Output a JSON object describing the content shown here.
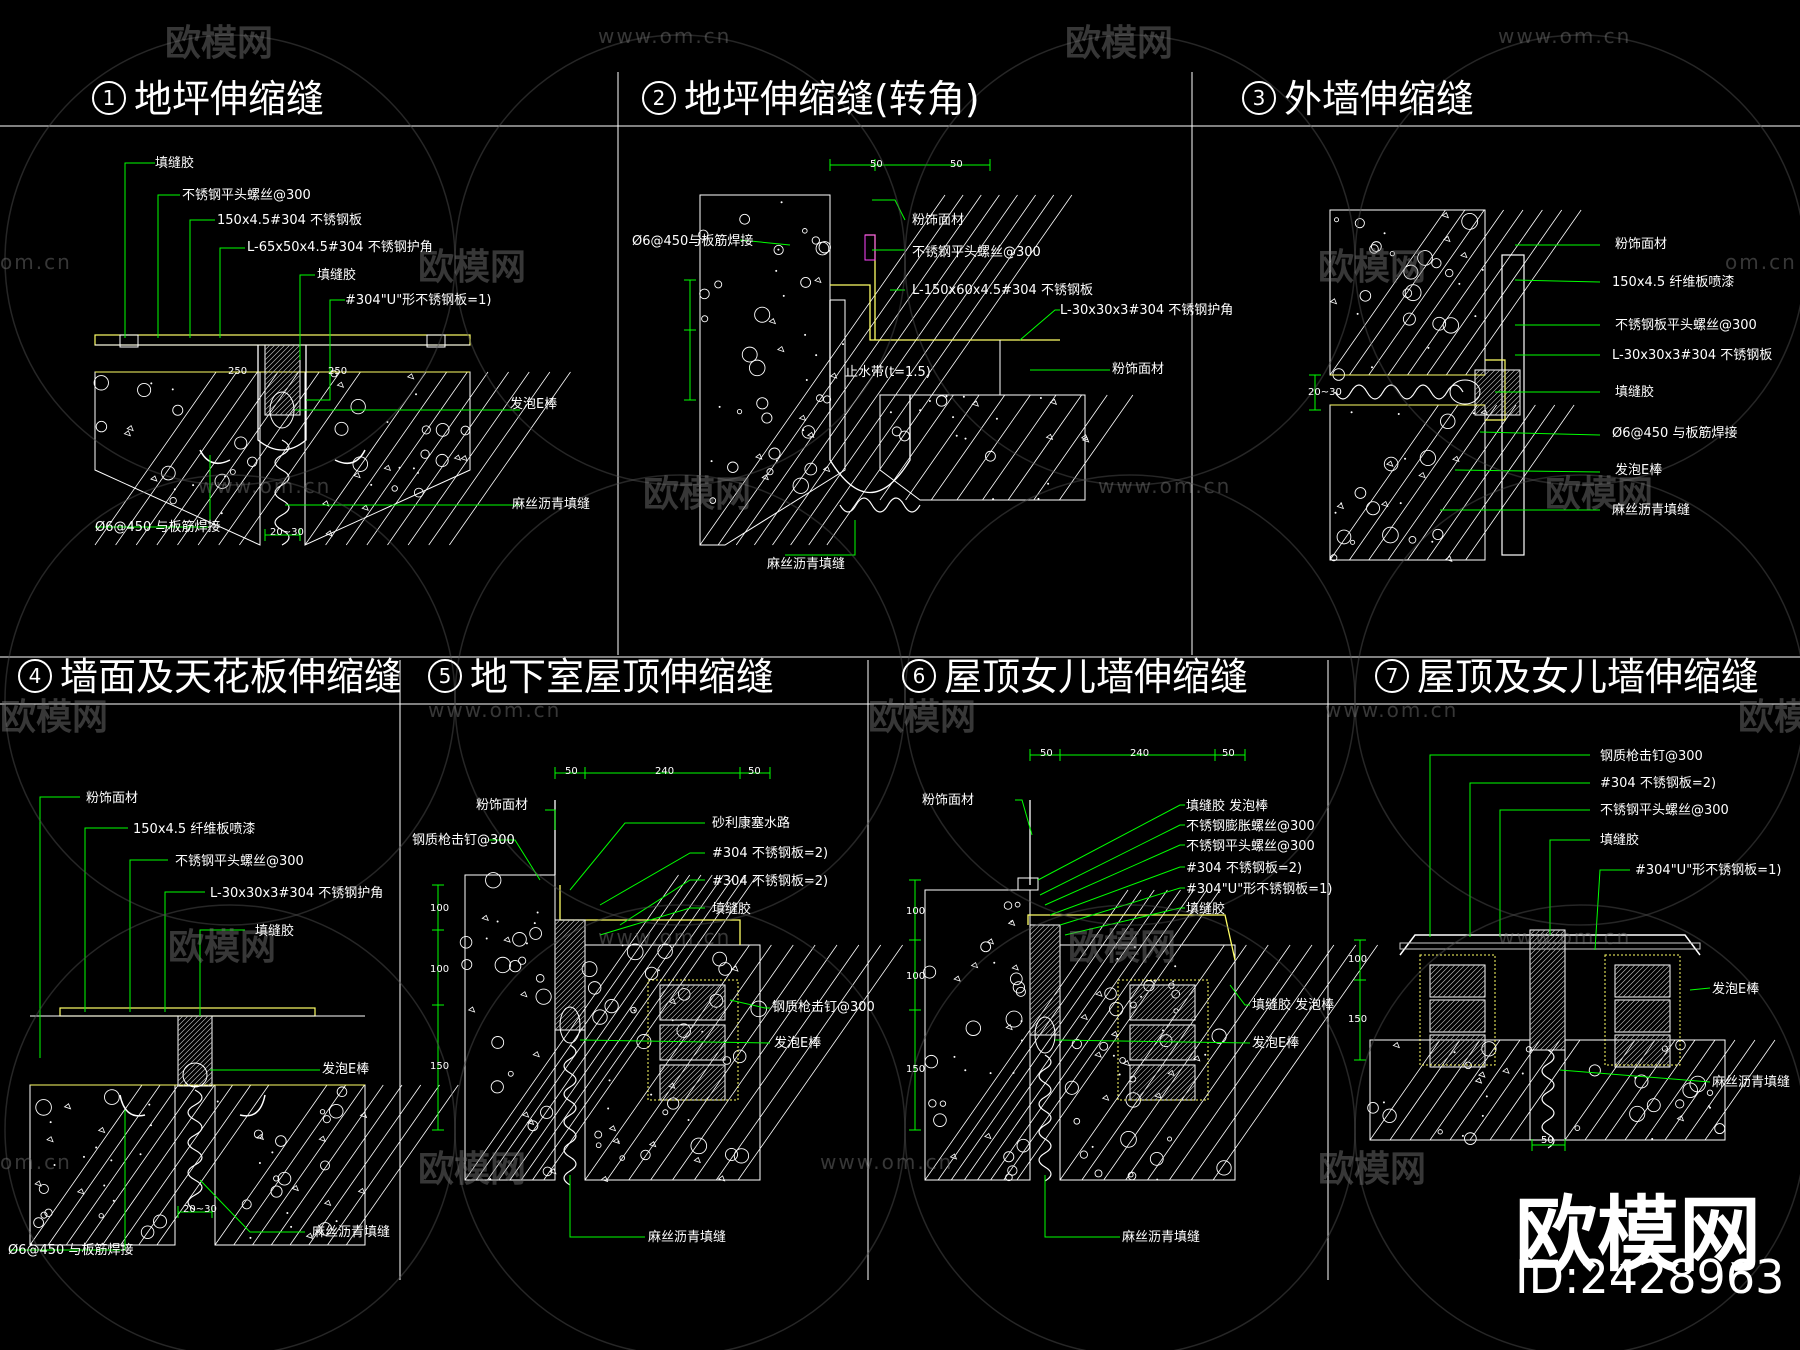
{
  "panels": [
    {
      "num": "1",
      "title": "地坪伸缩缝"
    },
    {
      "num": "2",
      "title": "地坪伸缩缝(转角)"
    },
    {
      "num": "3",
      "title": "外墙伸缩缝"
    },
    {
      "num": "4",
      "title": "墙面及天花板伸缩缝"
    },
    {
      "num": "5",
      "title": "地下室屋顶伸缩缝"
    },
    {
      "num": "6",
      "title": "屋顶女儿墙伸缩缝"
    },
    {
      "num": "7",
      "title": "屋顶及女儿墙伸缩缝"
    }
  ],
  "labels": {
    "p1": [
      "填缝胶",
      "不锈钢平头螺丝@300",
      "150x4.5#304 不锈钢板",
      "L-65x50x4.5#304 不锈钢护角",
      "填缝胶",
      "#304\"U\"形不锈钢板=1)",
      "发泡E棒",
      "麻丝沥青填缝",
      "Ø6@450 与板筋焊接",
      "20~30",
      "250",
      "250"
    ],
    "p2": [
      "粉饰面材",
      "不锈钢平头螺丝@300",
      "L-150x60x4.5#304 不锈钢板",
      "L-30x30x3#304 不锈钢护角",
      "粉饰面材",
      "Ø6@450与板筋焊接",
      "止水带(t=1.5)",
      "麻丝沥青填缝",
      "50",
      "50"
    ],
    "p3": [
      "粉饰面材",
      "150x4.5 纤维板喷漆",
      "不锈钢板平头螺丝@300",
      "L-30x30x3#304 不锈钢板",
      "填缝胶",
      "Ø6@450 与板筋焊接",
      "发泡E棒",
      "麻丝沥青填缝",
      "20~30"
    ],
    "p4": [
      "粉饰面材",
      "150x4.5 纤维板喷漆",
      "不锈钢平头螺丝@300",
      "L-30x30x3#304 不锈钢护角",
      "填缝胶",
      "发泡E棒",
      "麻丝沥青填缝",
      "Ø6@450 与板筋焊接",
      "20~30"
    ],
    "p5": [
      "粉饰面材",
      "钢质枪击钉@300",
      "砂利康塞水路",
      "#304 不锈钢板=2)",
      "#304 不锈钢板=2)",
      "填缝胶",
      "钢质枪击钉@300",
      "发泡E棒",
      "麻丝沥青填缝",
      "50",
      "240",
      "50",
      "100",
      "100",
      "150"
    ],
    "p6": [
      "粉饰面材",
      "填缝胶 发泡棒",
      "不锈钢膨胀螺丝@300",
      "不锈钢平头螺丝@300",
      "#304 不锈钢板=2)",
      "#304\"U\"形不锈钢板=1)",
      "填缝胶",
      "填缝胶 发泡棒",
      "发泡E棒",
      "麻丝沥青填缝",
      "50",
      "240",
      "50",
      "100",
      "100",
      "150"
    ],
    "p7": [
      "钢质枪击钉@300",
      "#304 不锈钢板=2)",
      "不锈钢平头螺丝@300",
      "填缝胶",
      "#304\"U\"形不锈钢板=1)",
      "发泡E棒",
      "麻丝沥青填缝",
      "100",
      "150",
      "50"
    ]
  },
  "watermark": {
    "logo": "欧模网",
    "url": "www.om.cn",
    "short": "om.cn"
  },
  "brand": {
    "name": "欧模网",
    "id": "ID:2428963"
  },
  "colors": {
    "line": "#ffffff",
    "leader": "#00ff00",
    "dim": "#ffffff",
    "accent": "#ffff66",
    "hatch": "#cccccc",
    "bg": "#000000"
  }
}
